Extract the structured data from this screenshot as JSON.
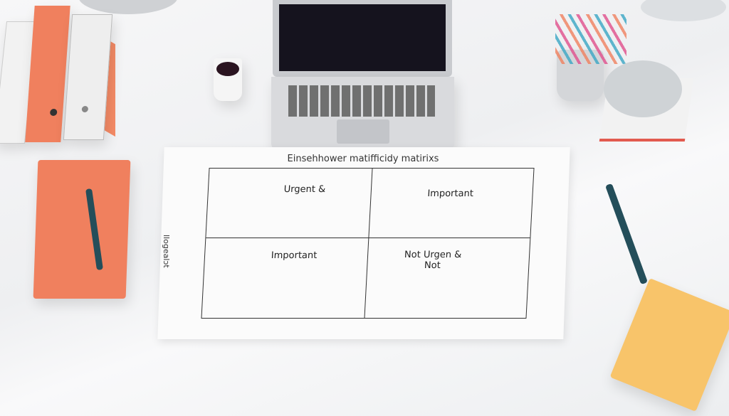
{
  "matrix": {
    "title": "Einsehhower matifficidy matirixs",
    "side_label": "llogealɔt",
    "cells": [
      "Urgent &",
      "Important",
      "Important",
      "Not Urgen &\nNot"
    ]
  },
  "colors": {
    "orange": "#f0805e",
    "yellow": "#f8c46a",
    "teal": "#244e5a",
    "laptop": "#c9cbcf",
    "screen": "#15131e"
  }
}
